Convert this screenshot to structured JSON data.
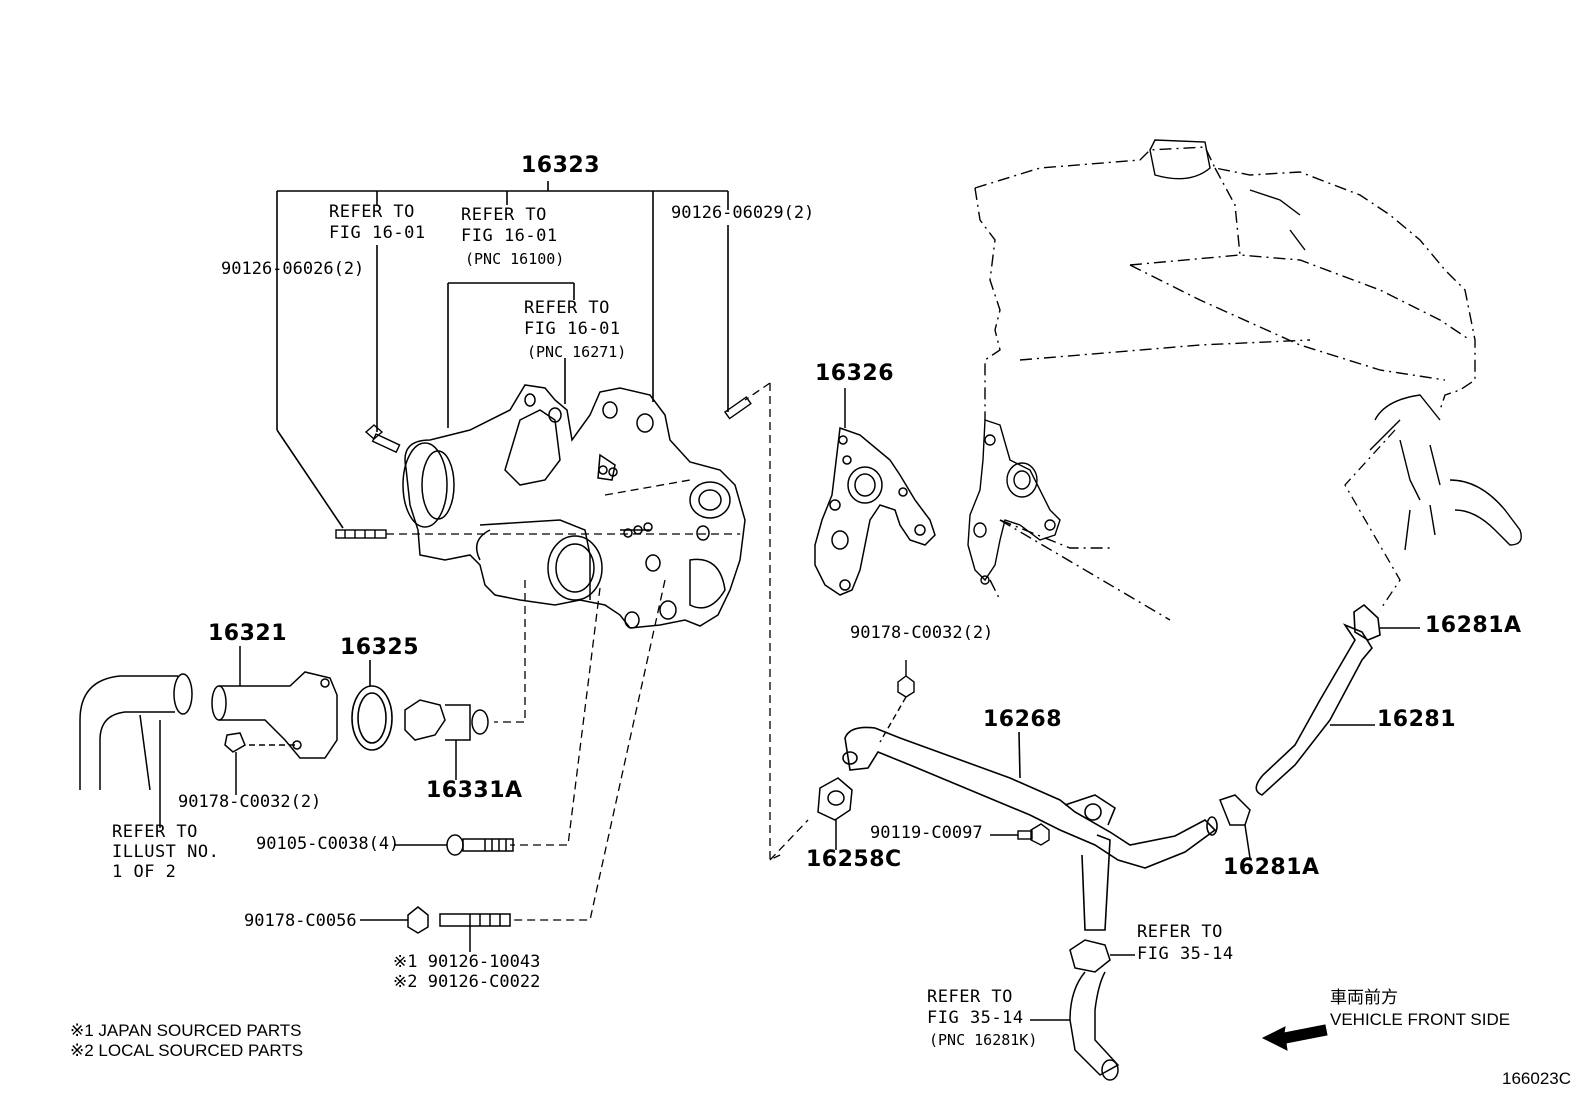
{
  "parts": {
    "p16323": "16323",
    "p16326": "16326",
    "p16321": "16321",
    "p16325": "16325",
    "p16331a": "16331A",
    "p16268": "16268",
    "p16281": "16281",
    "p16281a_top": "16281A",
    "p16281a_bottom": "16281A",
    "p16258c": "16258C"
  },
  "part_numbers": {
    "n90126_06026": "90126-06026(2)",
    "n90126_06029": "90126-06029(2)",
    "n90178_c0032_left": "90178-C0032(2)",
    "n90178_c0032_right": "90178-C0032(2)",
    "n90105_c0038": "90105-C0038(4)",
    "n90178_c0056": "90178-C0056",
    "n90126_10043": "※1 90126-10043",
    "n90126_c0022": "※2 90126-C0022",
    "n90119_c0097": "90119-C0097"
  },
  "refs": {
    "ref1_line1": "REFER TO",
    "ref1_line2": "FIG 16-01",
    "ref2_line1": "REFER TO",
    "ref2_line2": "FIG 16-01",
    "ref2_line3": "(PNC 16100)",
    "ref3_line1": "REFER TO",
    "ref3_line2": "FIG 16-01",
    "ref3_line3": "(PNC 16271)",
    "ref4_line1": "REFER TO",
    "ref4_line2": "ILLUST NO.",
    "ref4_line3": "1 OF 2",
    "ref5_line1": "REFER TO",
    "ref5_line2": "FIG 35-14",
    "ref6_line1": "REFER TO",
    "ref6_line2": "FIG 35-14",
    "ref6_line3": "(PNC 16281K)"
  },
  "notes": {
    "japan": "※1 JAPAN SOURCED PARTS",
    "local": "※2 LOCAL SOURCED PARTS"
  },
  "direction": {
    "jp": "車両前方",
    "en": "VEHICLE FRONT SIDE"
  },
  "figure_id": "166023C"
}
